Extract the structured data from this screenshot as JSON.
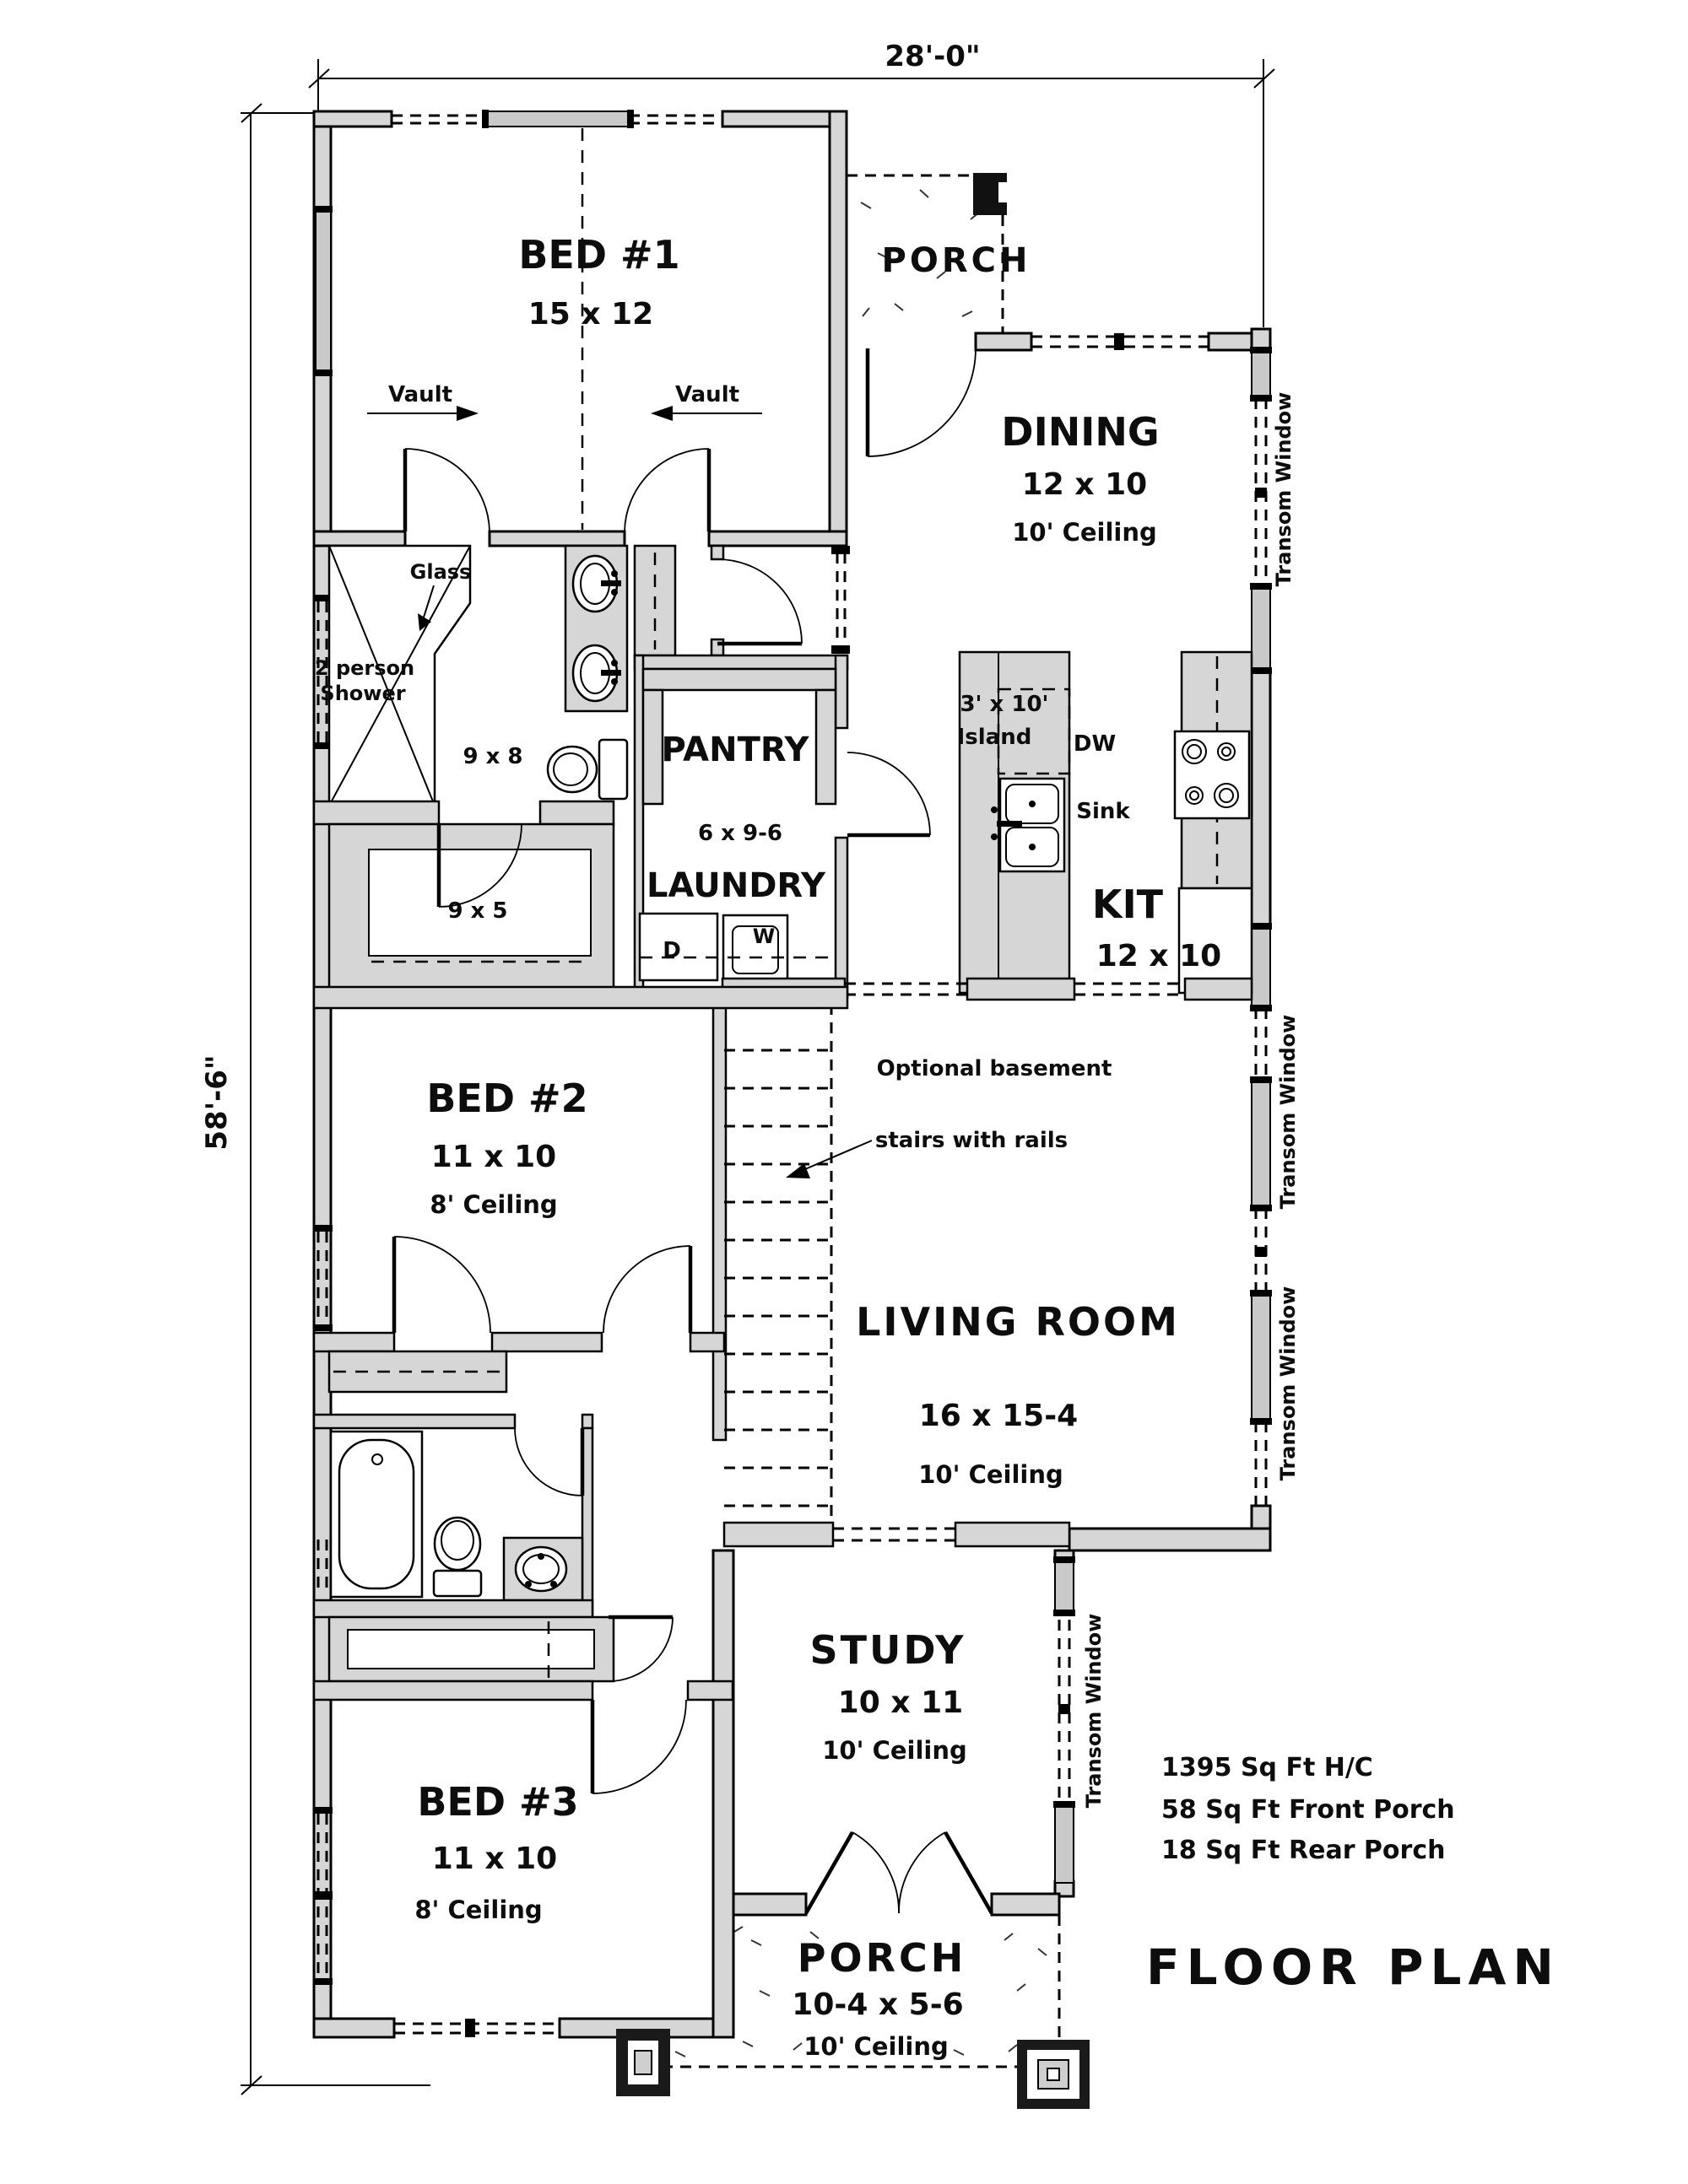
{
  "plan": {
    "title": "FLOOR PLAN",
    "overall_width": "28'-0\"",
    "overall_depth": "58'-6\"",
    "area_notes": [
      "1395 Sq Ft H/C",
      "58 Sq Ft Front Porch",
      "18 Sq Ft Rear Porch"
    ],
    "rooms": {
      "bed1": {
        "name": "BED #1",
        "size": "15 x 12"
      },
      "bed2": {
        "name": "BED #2",
        "size": "11 x 10",
        "ceiling": "8' Ceiling"
      },
      "bed3": {
        "name": "BED #3",
        "size": "11 x 10",
        "ceiling": "8' Ceiling"
      },
      "dining": {
        "name": "DINING",
        "size": "12 x 10",
        "ceiling": "10' Ceiling"
      },
      "kitchen": {
        "name": "KIT",
        "size": "12 x 10"
      },
      "living": {
        "name": "LIVING ROOM",
        "size": "16 x 15-4",
        "ceiling": "10' Ceiling"
      },
      "study": {
        "name": "STUDY",
        "size": "10 x 11",
        "ceiling": "10' Ceiling"
      },
      "pantry": {
        "name": "PANTRY",
        "size": "6 x 9-6"
      },
      "laundry": {
        "name": "LAUNDRY"
      },
      "master_bath": {
        "size": "9 x 8"
      },
      "master_closet": {
        "size": "9 x 5"
      },
      "rear_porch": {
        "name": "PORCH"
      },
      "front_porch": {
        "name": "PORCH",
        "size": "10-4 x 5-6",
        "ceiling": "10' Ceiling"
      }
    },
    "labels": {
      "vault": "Vault",
      "glass": "Glass",
      "shower_line1": "2 person",
      "shower_line2": "Shower",
      "island_size": "3' x 10'",
      "island": "Island",
      "dishwasher": "DW",
      "sink": "Sink",
      "dryer": "D",
      "washer": "W",
      "stairs_note_line1": "Optional basement",
      "stairs_note_line2": "stairs with rails",
      "transom_window": "Transom Window"
    }
  }
}
